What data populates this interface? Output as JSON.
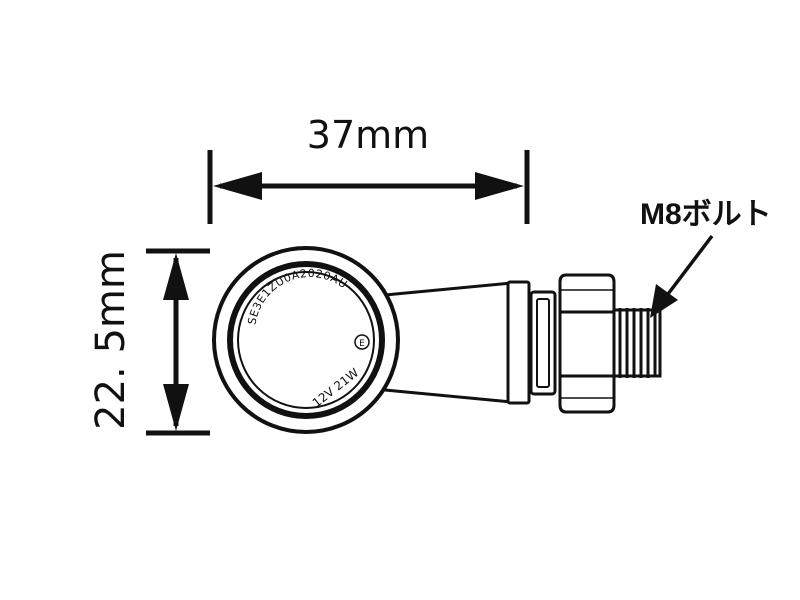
{
  "dimensions": {
    "width_label": "37mm",
    "height_label": "22. 5mm"
  },
  "callout": {
    "bolt_label": "M8ボルト"
  },
  "lens_markings": {
    "outer_arc": "SE3E1ZU0A2020AU",
    "bottom": "12V 21W",
    "mark": "E"
  },
  "colors": {
    "ink": "#111111",
    "body_fill": "#ffffff"
  }
}
